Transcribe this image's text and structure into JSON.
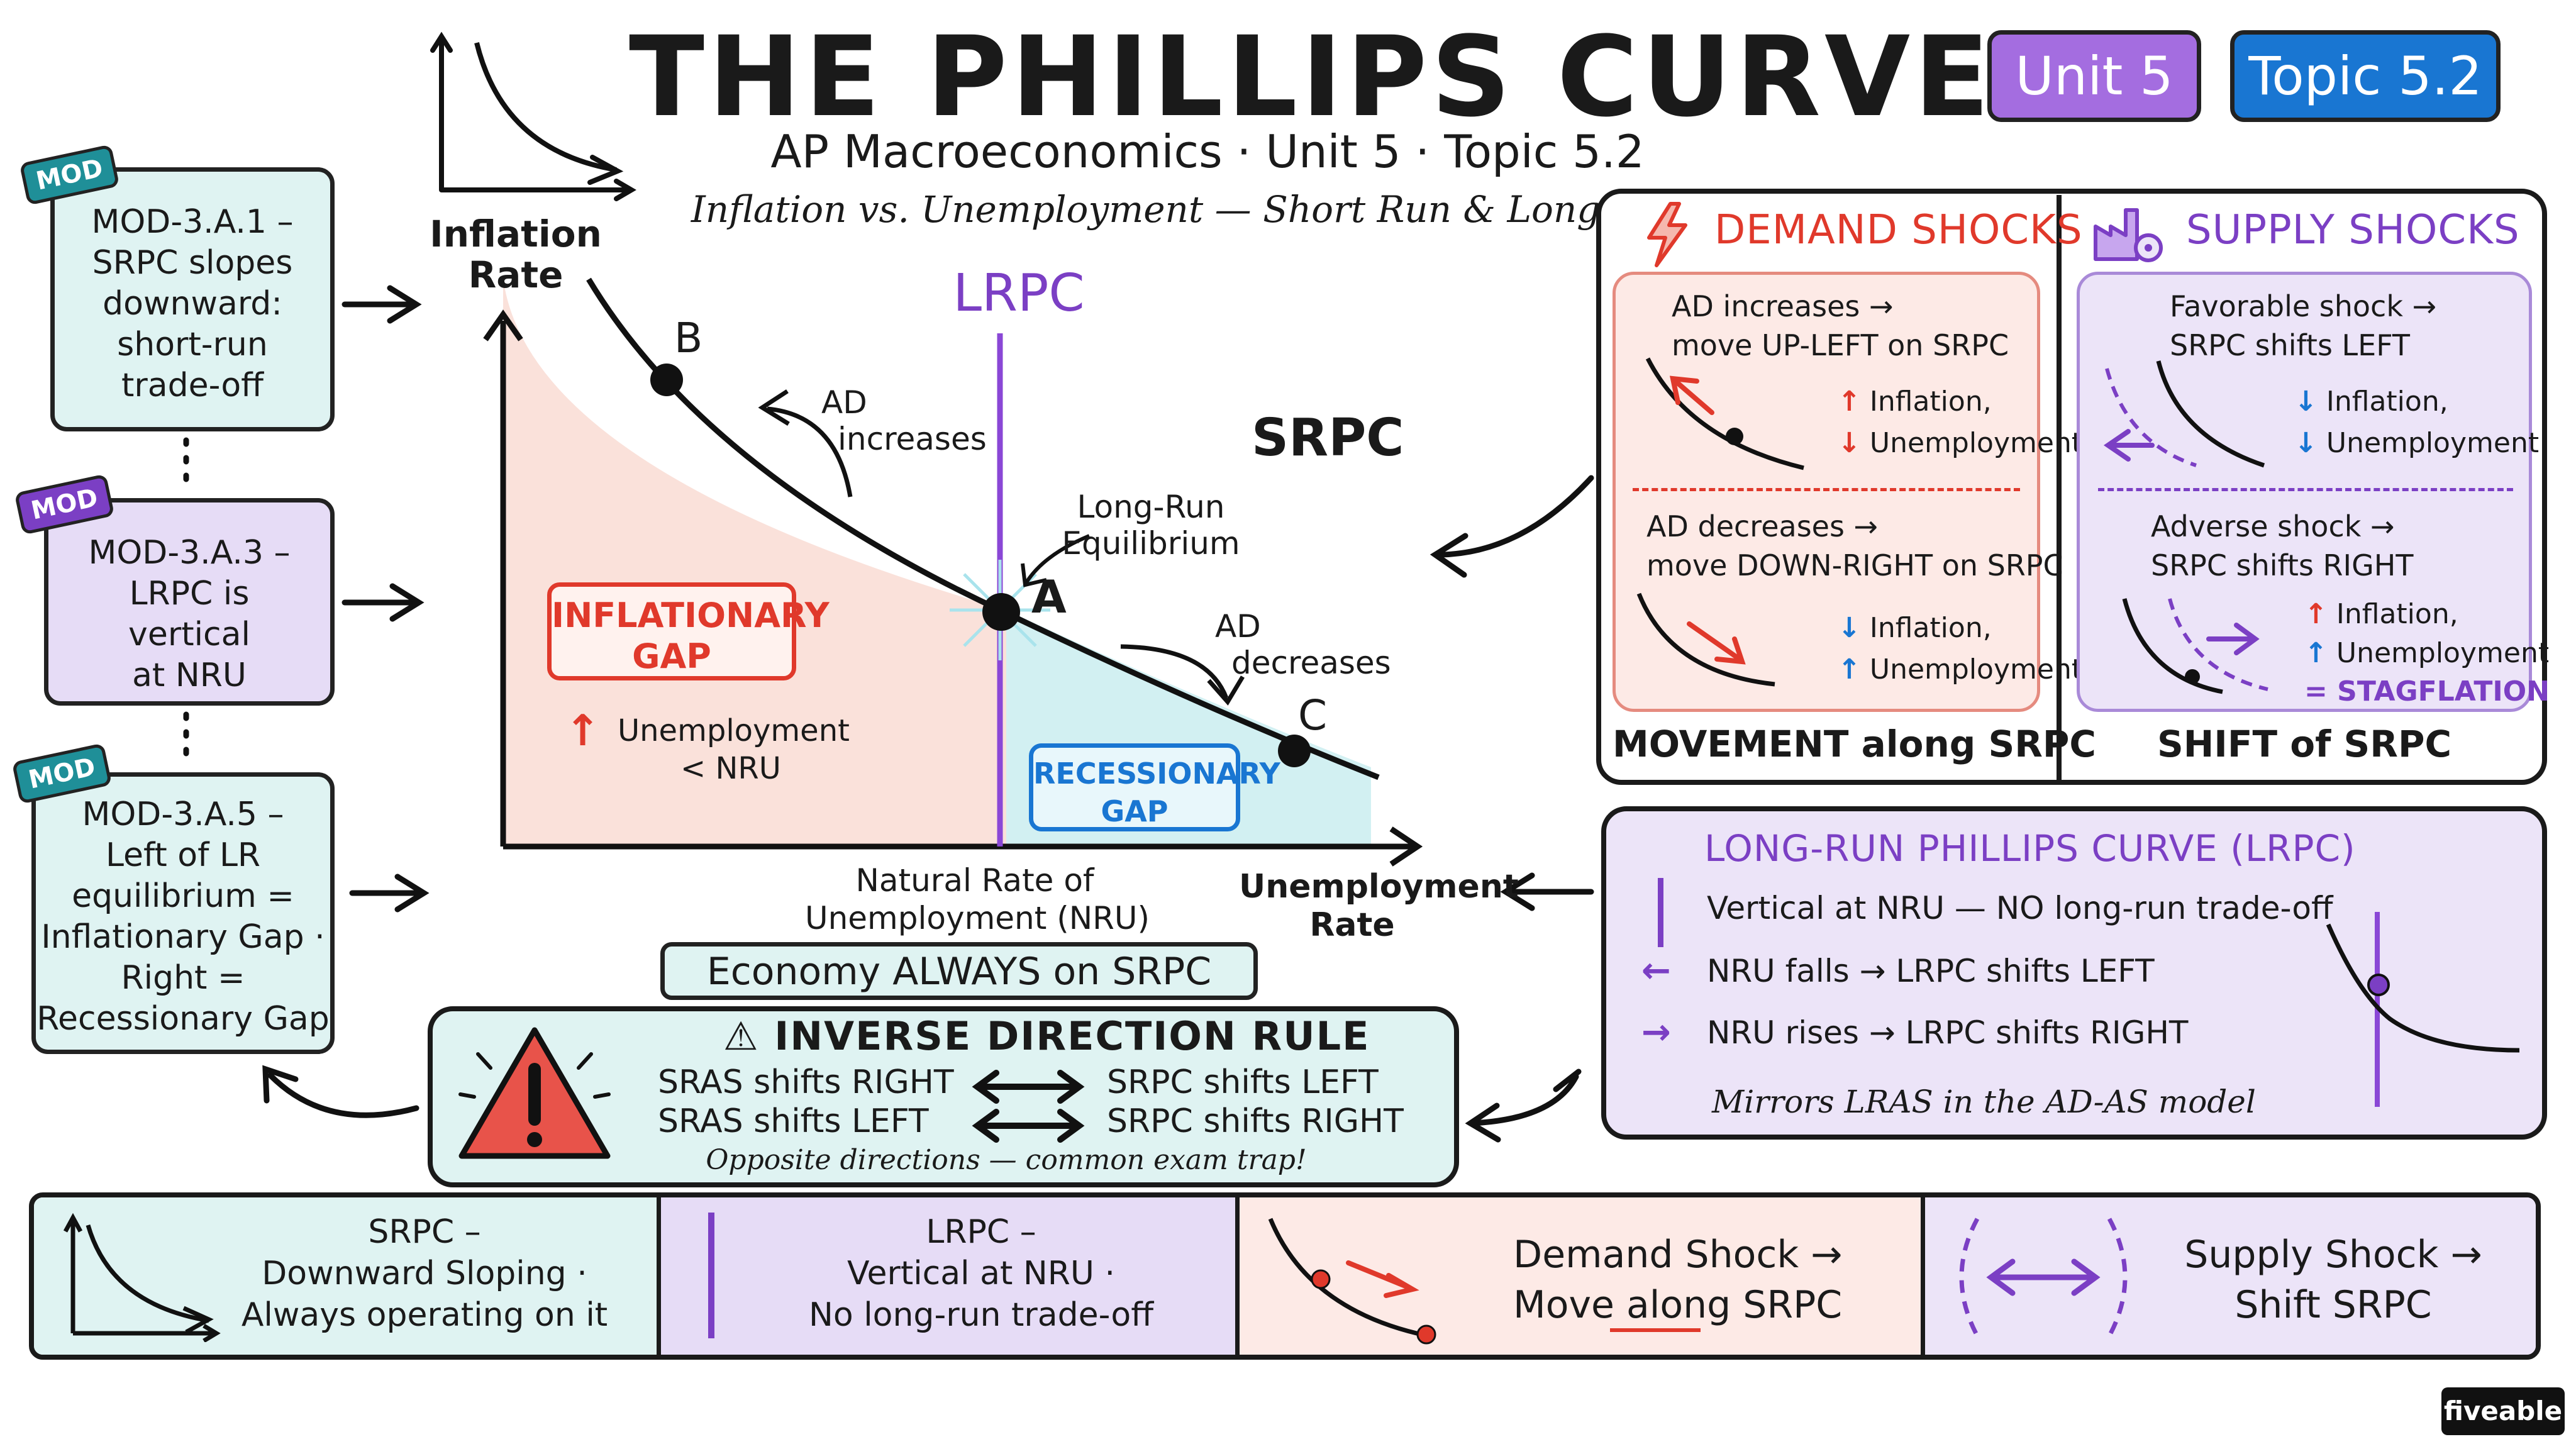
{
  "title": "THE PHILLIPS CURVE",
  "subtitle": "AP Macroeconomics · Unit 5 · Topic 5.2",
  "tagline": "Inflation vs. Unemployment — Short Run & Long Run",
  "badges": {
    "unit": "Unit 5",
    "topic": "Topic 5.2"
  },
  "colors": {
    "demand": "#e0392b",
    "supply_purple": "#7b3fc4",
    "lrpc_purple": "#8a47d6",
    "inflationary": "#f9dcd3",
    "recessionary": "#cdeef1",
    "unit_badge": "#a46de0",
    "topic_badge": "#1976d2",
    "mint": "#dff3f2",
    "lavender": "#ece4f8",
    "blush": "#fdeae6"
  },
  "mod_cards": [
    {
      "tag": "MOD",
      "lines": [
        "MOD-3.A.1 –",
        "SRPC slopes",
        "downward:",
        "short-run",
        "trade-off"
      ]
    },
    {
      "tag": "MOD",
      "lines": [
        "MOD-3.A.3 –",
        "LRPC is",
        "vertical",
        "at NRU"
      ]
    },
    {
      "tag": "MOD",
      "lines": [
        "MOD-3.A.5 –",
        "Left of LR",
        "equilibrium =",
        "Inflationary Gap ·",
        "Right =",
        "Recessionary Gap"
      ]
    }
  ],
  "graph": {
    "y_axis_label": [
      "Inflation",
      "Rate"
    ],
    "x_axis_label": [
      "Unemployment",
      "Rate"
    ],
    "lrpc_label": "LRPC",
    "srpc_label": "SRPC",
    "nru_label": [
      "Natural Rate of",
      "Unemployment (NRU)"
    ],
    "point_a": "A",
    "point_b": "B",
    "point_c": "C",
    "equilibrium_label": [
      "Long-Run",
      "Equilibrium"
    ],
    "ad_increases": [
      "AD",
      "increases"
    ],
    "ad_decreases": [
      "AD",
      "decreases"
    ],
    "inflationary_gap": [
      "INFLATIONARY",
      "GAP"
    ],
    "unemployment_note": [
      "Unemployment",
      "< NRU"
    ],
    "recessionary_gap": [
      "RECESSIONARY",
      "GAP"
    ],
    "always_on_srpc": "Economy ALWAYS on SRPC"
  },
  "demand_shocks": {
    "title": "DEMAND SHOCKS",
    "increase_text": [
      "AD increases →",
      "move UP-LEFT on SRPC"
    ],
    "increase_effects": [
      "Inflation,",
      "Unemployment"
    ],
    "decrease_text": [
      "AD decreases →",
      "move DOWN-RIGHT on SRPC"
    ],
    "decrease_effects": [
      "Inflation,",
      "Unemployment"
    ],
    "footer": "MOVEMENT along SRPC"
  },
  "supply_shocks": {
    "title": "SUPPLY SHOCKS",
    "favorable_text": [
      "Favorable shock →",
      "SRPC shifts LEFT"
    ],
    "favorable_effects": [
      "Inflation,",
      "Unemployment"
    ],
    "adverse_text": [
      "Adverse shock →",
      "SRPC shifts RIGHT"
    ],
    "adverse_effects": [
      "Inflation,",
      "Unemployment",
      "= STAGFLATION"
    ],
    "footer": "SHIFT of SRPC"
  },
  "lrpc_panel": {
    "title": "LONG-RUN PHILLIPS CURVE (LRPC)",
    "rows": [
      "Vertical at NRU — NO long-run trade-off",
      "NRU falls → LRPC shifts LEFT",
      "NRU rises → LRPC shifts RIGHT"
    ],
    "footer": "Mirrors LRAS in the AD-AS model"
  },
  "inverse_rule": {
    "title": "INVERSE DIRECTION RULE",
    "left": [
      "SRAS shifts RIGHT",
      "SRAS shifts LEFT"
    ],
    "right": [
      "SRPC shifts LEFT",
      "SRPC shifts RIGHT"
    ],
    "footer": "Opposite directions — common exam trap!"
  },
  "summary": [
    {
      "lines": [
        "SRPC –",
        "Downward Sloping ·",
        "Always operating on it"
      ]
    },
    {
      "lines": [
        "LRPC –",
        "Vertical at NRU ·",
        "No long-run trade-off"
      ]
    },
    {
      "lines": [
        "Demand Shock →",
        "Move along SRPC"
      ]
    },
    {
      "lines": [
        "Supply Shock →",
        "Shift SRPC"
      ]
    }
  ],
  "logo": "fiveable"
}
